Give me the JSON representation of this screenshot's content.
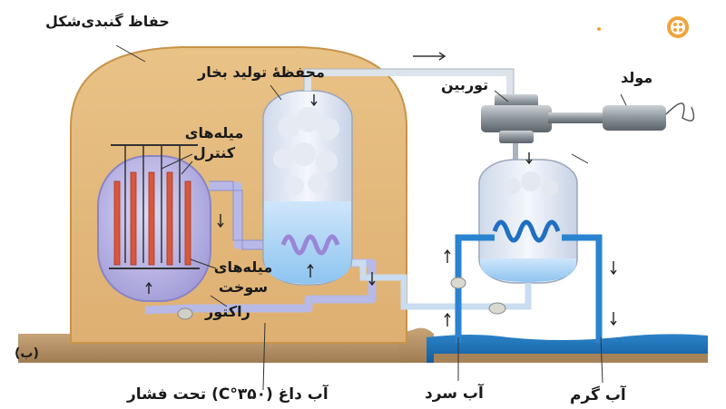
{
  "labels": {
    "containment": "حفاظ گنبدی‌شکل",
    "steam_generator": "محفظهٔ تولید بخار",
    "turbine": "توربین",
    "generator": "مولد",
    "control_rods": "میله‌های کنترل",
    "fuel_rods": "میله‌های سوخت",
    "reactor": "راکتور",
    "panel_tag": "(ب)",
    "hot_water": "آب داغ (۳۵۰°C) تحت فشار",
    "cold_water": "آب سرد",
    "warm_water": "آب گرم"
  },
  "icons": {
    "logo": "film-reel-icon"
  },
  "colors": {
    "dome": "#e3b776",
    "dome_edge": "#c8934a",
    "ground": "#b69266",
    "water": "#1e6fb5",
    "loop_pipe": "#b8b9e6",
    "cooling_pipe": "#2a83cf",
    "fuel_rod": "#d9573a",
    "turbine": "#8e969e",
    "accent": "#f2a33a"
  }
}
